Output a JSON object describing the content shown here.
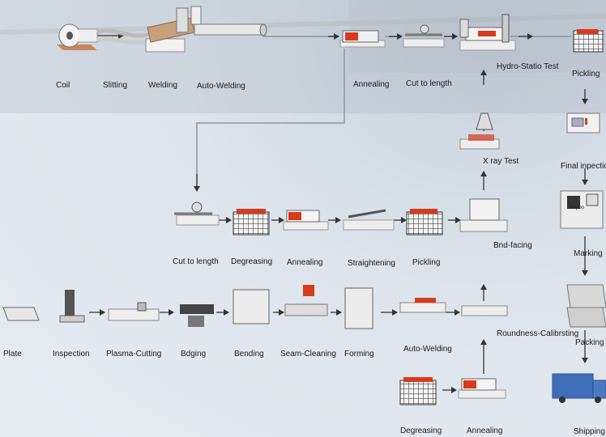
{
  "labels": {
    "coil": "Coil",
    "slitting": "Slitting",
    "welding": "Welding",
    "auto_welding_top": "Auto-Welding",
    "annealing_top": "Annealing",
    "cut_to_length_top": "Cut to length",
    "hydro_static_test": "Hydro-Statio Test",
    "pickling_right": "Pickling",
    "final_inspection": "Final inpection",
    "marking": "Marking",
    "packing": "Packing",
    "shipping": "Shipping",
    "x_ray_test": "X ray Test",
    "cut_to_length_mid": "Cut to length",
    "degreasing_mid": "Degreasing",
    "annealing_mid": "Annealing",
    "straightening": "Straightening",
    "pickling_mid": "Pickling",
    "end_facing": "Bnd-facing",
    "plate": "Plate",
    "inspection": "Inspection",
    "plasma_cutting": "Plasma-Cutting",
    "edging": "Bdging",
    "bending": "Bending",
    "seam_cleaning": "Seam-Cleaning",
    "forming": "Forming",
    "auto_welding_bottom": "Auto-Welding",
    "roundness_calibrating": "Roundness-Calibrsting",
    "degreasing_bottom": "Degreasing",
    "annealing_bottom": "Annealing"
  },
  "icons": {
    "machine_tag": "delpoo"
  },
  "colors": {
    "machine_red": "#d83a1e",
    "flow_line": "#8d949c",
    "arrow": "#333333"
  }
}
